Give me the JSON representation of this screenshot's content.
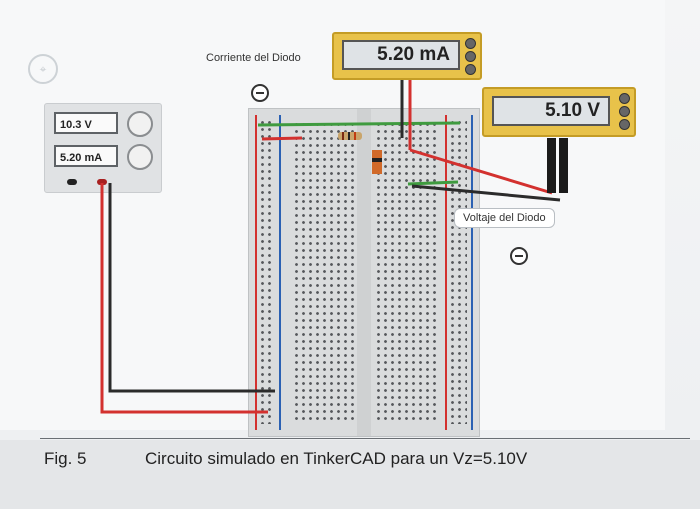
{
  "psu": {
    "voltage": "10.3 V",
    "current": "5.20 mA"
  },
  "ammeter": {
    "label": "Corriente del Diodo",
    "reading": "5.20 mA"
  },
  "voltmeter": {
    "label": "Voltaje del Diodo",
    "reading": "5.10 V"
  },
  "caption": {
    "fig": "Fig. 5",
    "text": "Circuito simulado en TinkerCAD para un Vz=5.10V"
  },
  "colors": {
    "wire_red": "#d3312f",
    "wire_black": "#2b2b2b",
    "wire_green": "#3f9b3f",
    "meter": "#e8c24a"
  },
  "icons": {
    "ammeter_probe": "minus-icon",
    "voltmeter_probe": "minus-icon"
  }
}
